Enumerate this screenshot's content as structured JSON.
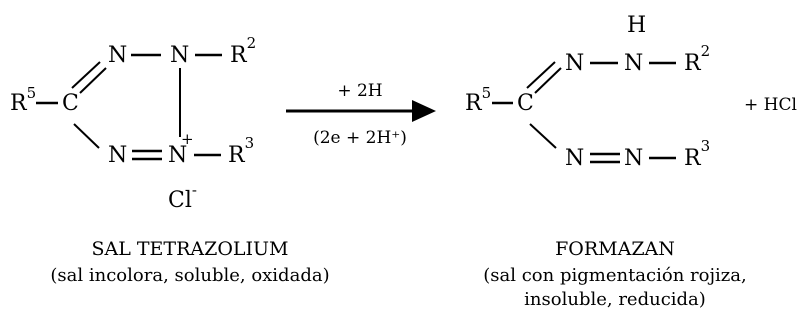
{
  "colors": {
    "ink": "#000000",
    "background": "#ffffff"
  },
  "reaction": {
    "reagent_top": "+ 2H",
    "reagent_bottom": "(2e + 2H⁺)",
    "byproduct": "+ HCl"
  },
  "reactant": {
    "atoms": {
      "r": "R",
      "r_sup": "5",
      "c": "C",
      "n_top_left": "N",
      "n_top_right": "N",
      "r2": "R",
      "r2_sup": "2",
      "n_bottom_left": "N",
      "n_bottom_right": "N",
      "n_plus": "+",
      "r3": "R",
      "r3_sup": "3",
      "counterion": "Cl",
      "counterion_charge": "-"
    },
    "name": "SAL TETRAZOLIUM",
    "description": "(sal incolora, soluble, oxidada)"
  },
  "product": {
    "atoms": {
      "r": "R",
      "r_sup": "5",
      "c": "C",
      "h": "H",
      "n_top_left": "N",
      "n_top_right": "N",
      "r2": "R",
      "r2_sup": "2",
      "n_bottom_left": "N",
      "n_bottom_right": "N",
      "r3": "R",
      "r3_sup": "3"
    },
    "name": "FORMAZAN",
    "description_line1": "(sal con pigmentación rojiza,",
    "description_line2": "insoluble, reducida)"
  }
}
